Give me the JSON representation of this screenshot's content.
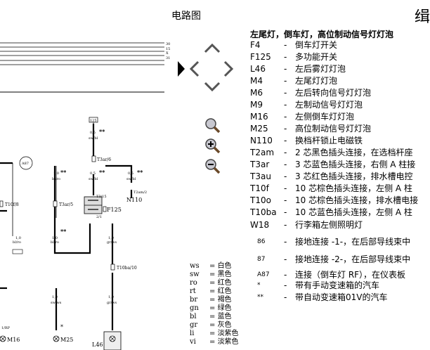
{
  "page_title": "电路图",
  "corner_glyph": "缉",
  "legend": {
    "title": "左尾灯，倒车灯，高位制动信号灯灯泡",
    "items": [
      {
        "code": "F4",
        "desc": "倒车灯开关"
      },
      {
        "code": "F125",
        "desc": "多功能开关"
      },
      {
        "code": "L46",
        "desc": "左后雾灯灯泡"
      },
      {
        "code": "M4",
        "desc": "左尾灯灯泡"
      },
      {
        "code": "M6",
        "desc": "左后转向信号灯灯泡"
      },
      {
        "code": "M9",
        "desc": "左制动信号灯灯泡"
      },
      {
        "code": "M16",
        "desc": "左侧倒车灯灯泡"
      },
      {
        "code": "M25",
        "desc": "高位制动信号灯灯泡"
      },
      {
        "code": "N110",
        "desc": "换档杆锁止电磁铁"
      },
      {
        "code": "T2am",
        "desc": "2 芯黑色插头连接，在选档杆座"
      },
      {
        "code": "T3ar",
        "desc": "3 芯蓝色插头连接，右侧 A 柱接"
      },
      {
        "code": "T3au",
        "desc": "3 芯红色插头连接，排水槽电控"
      },
      {
        "code": "T10f",
        "desc": "10 芯棕色插头连接，左侧 A 柱"
      },
      {
        "code": "T10o",
        "desc": "10 芯棕色插头连接，排水槽电接"
      },
      {
        "code": "T10ba",
        "desc": "10 芯蓝色插头连接，左侧 A 柱"
      },
      {
        "code": "W18",
        "desc": "行李箱左侧照明灯"
      },
      {
        "code": "86",
        "desc": "接地连接 -1-，在后部导线束中"
      },
      {
        "code": "87",
        "desc": "接地连接 -2-，在后部导线束中"
      },
      {
        "code": "A87",
        "desc": "连接（倒车灯 RF），在仪表板"
      },
      {
        "code": "*",
        "desc": "带有手动变速箱的汽车"
      },
      {
        "code": "**",
        "desc": "带自动变速箱01V的汽车"
      }
    ]
  },
  "color_key": [
    {
      "code": "ws",
      "name": "白色"
    },
    {
      "code": "sw",
      "name": "黑色"
    },
    {
      "code": "ro",
      "name": "红色"
    },
    {
      "code": "rt",
      "name": "红色"
    },
    {
      "code": "br",
      "name": "褐色"
    },
    {
      "code": "gn",
      "name": "绿色"
    },
    {
      "code": "bl",
      "name": "蓝色"
    },
    {
      "code": "gr",
      "name": "灰色"
    },
    {
      "code": "li",
      "name": "淡紫色"
    },
    {
      "code": "vi",
      "name": "淡紫色"
    }
  ],
  "diagram": {
    "rails": [
      "30",
      "15",
      "X",
      "31"
    ],
    "labels": {
      "t125": "125",
      "t125_gauge": "0,5",
      "t125_color": "sw/bl",
      "t3ar": "T3ar/6",
      "a87": "A87",
      "t10f8": "T10f/8",
      "t3ar5": "T3ar/5",
      "f125": "F125",
      "n110": "N110",
      "t2am2": "T2am/2",
      "t3ar_rp": "T3/15",
      "w1_gauge": "1,0",
      "w1_color": "bl/ro",
      "w2_gauge": "1,0",
      "w2_color": "bl/ro",
      "w3_gauge": "0,5",
      "w3_color": "sw/bl",
      "w4_gauge": "0,5",
      "w4_color": "sw/bl",
      "w5_gauge": "1,0",
      "w5_color": "bl/ro",
      "w6_gauge": "1,0",
      "w6_color": "gr/ws",
      "w7_gauge": "1,0",
      "w7_color": "sw/ws",
      "w8_gauge": "1,0",
      "w8_color": "gr/ws",
      "t10ba": "T10ba/10",
      "box_label": "2/1",
      "rp_label": "1/RP",
      "m16": "M16",
      "m25": "M25",
      "l46": "L46",
      "star2": "**",
      "star1": "*"
    }
  },
  "nav_icons": [
    "arrow-up-icon",
    "arrow-left-icon",
    "arrow-right-icon",
    "arrow-down-icon",
    "play-icon"
  ],
  "zoom_icons": [
    "search-icon",
    "zoom-in-icon",
    "zoom-out-icon"
  ]
}
